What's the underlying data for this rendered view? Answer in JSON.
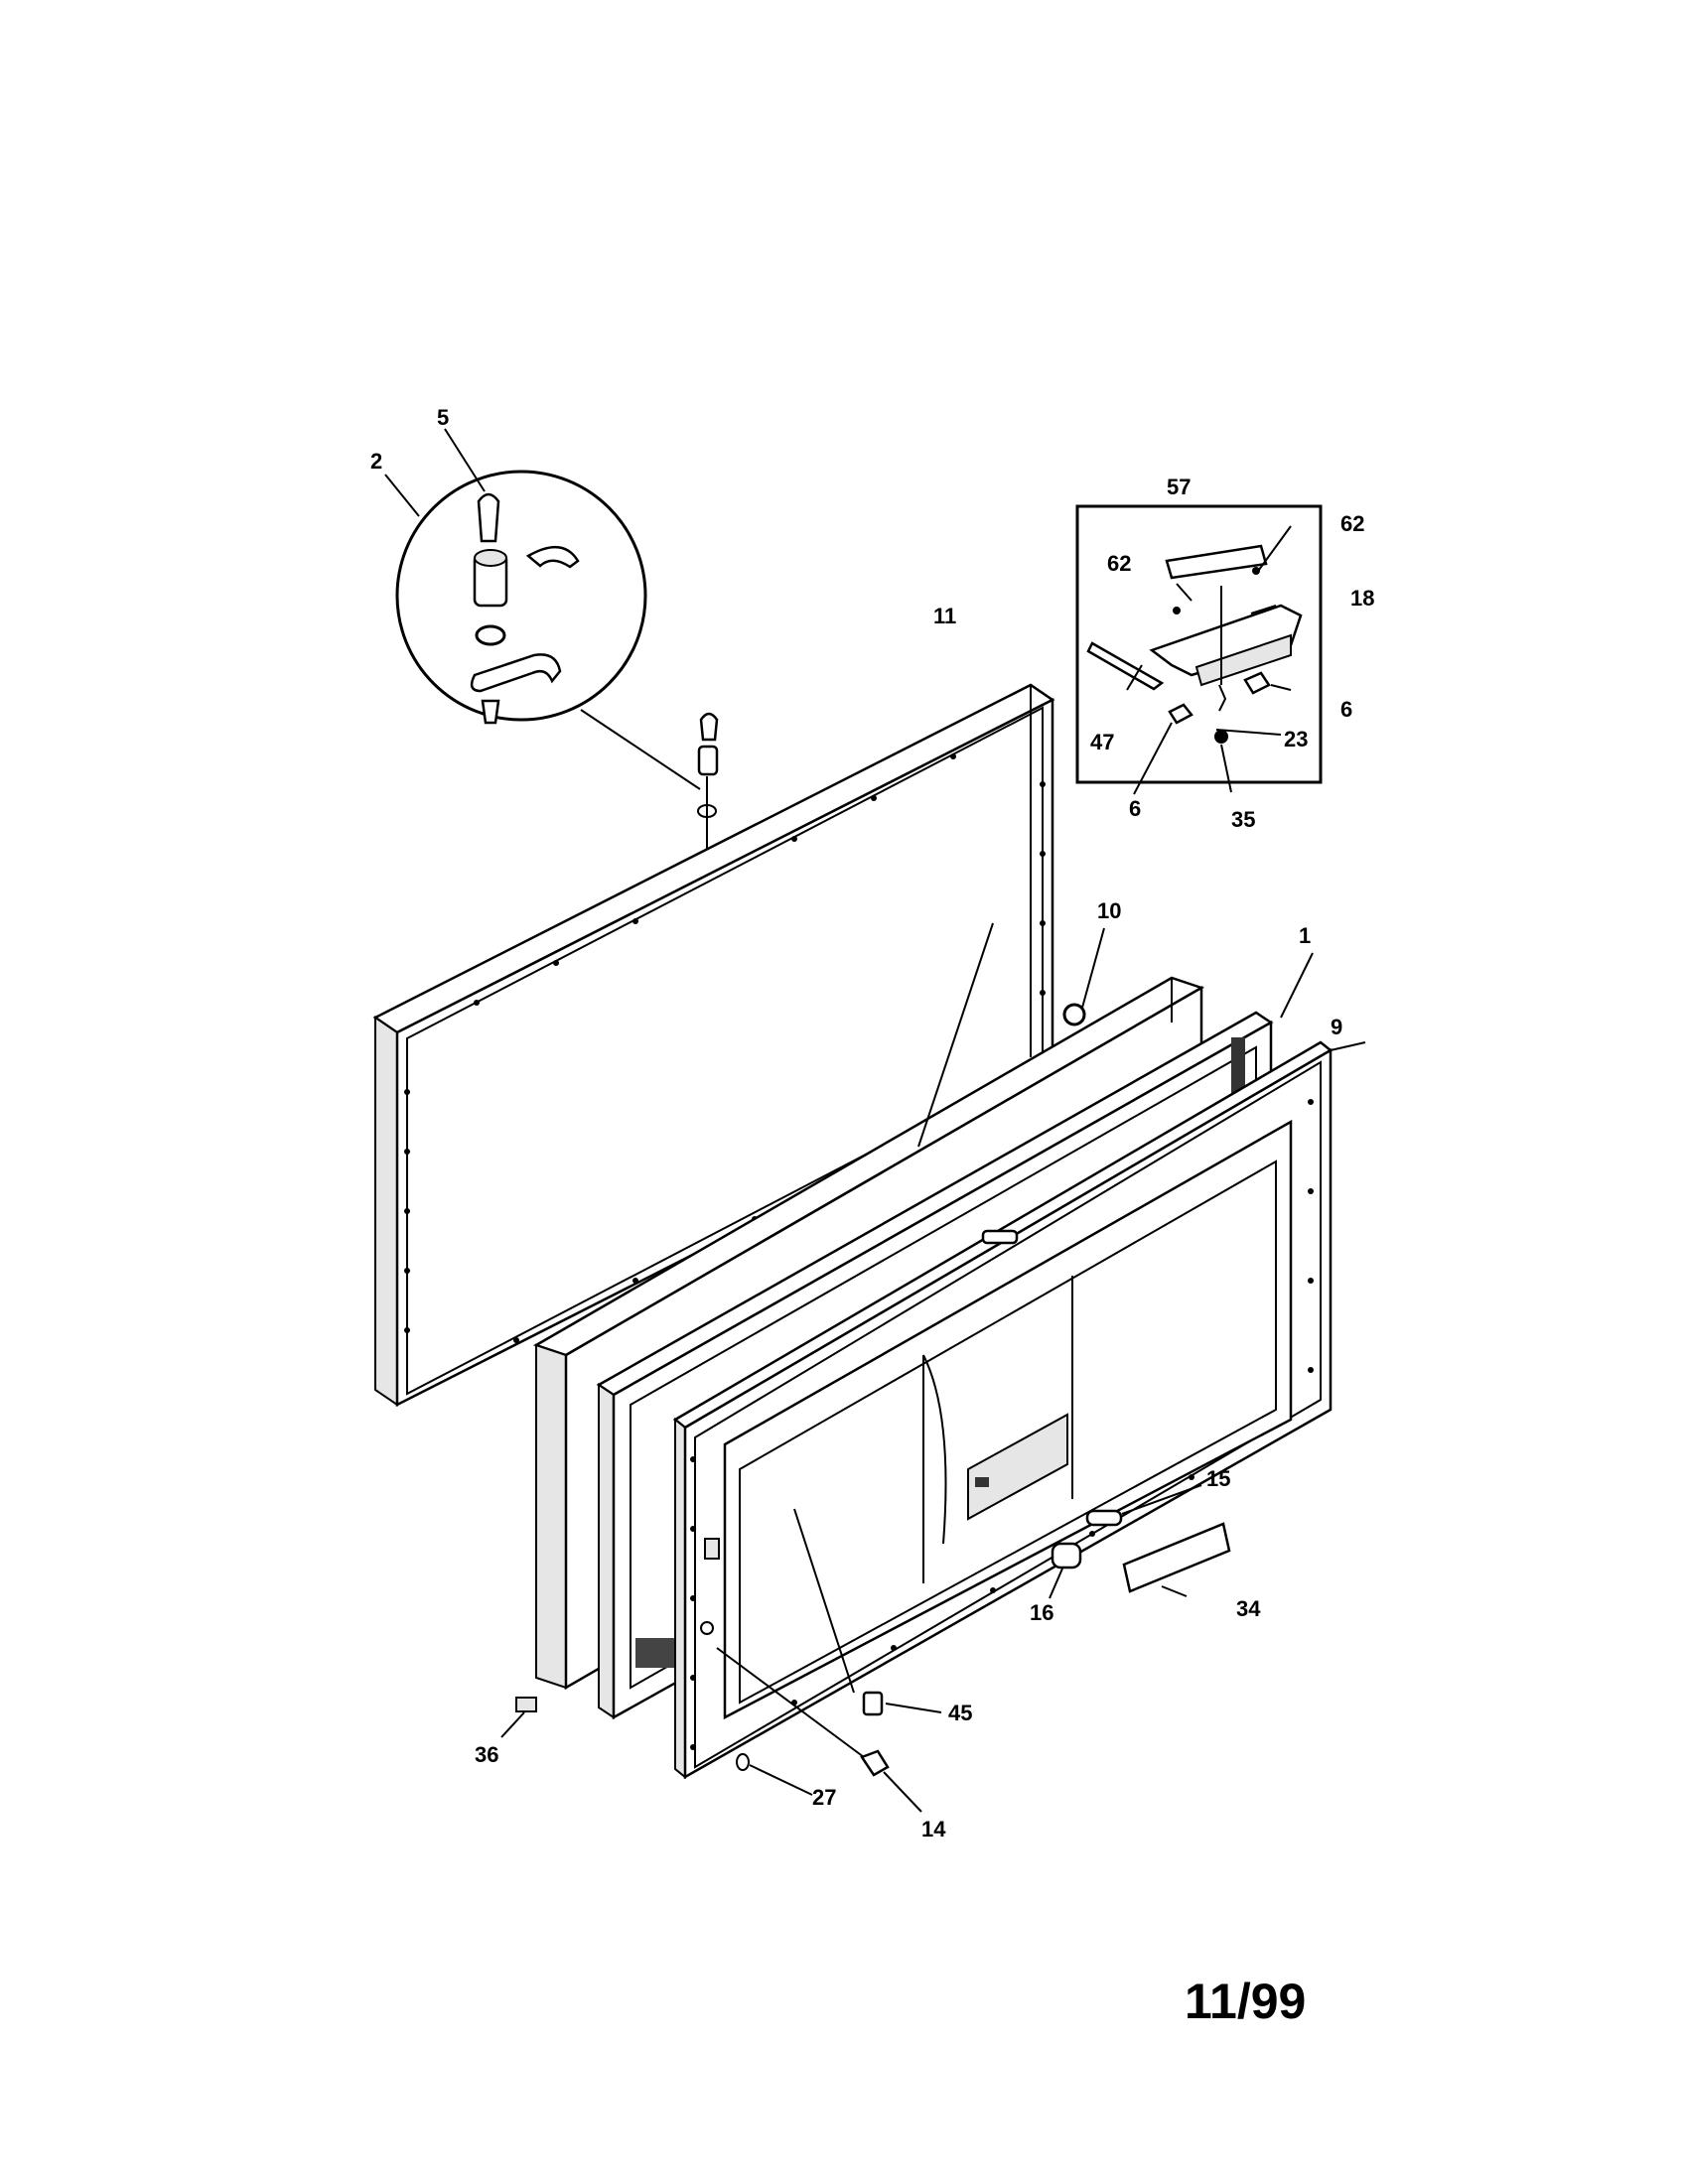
{
  "date_code": "11/99",
  "part_labels": {
    "p5": "5",
    "p2": "2",
    "p11": "11",
    "p57": "57",
    "p62a": "62",
    "p62b": "62",
    "p18": "18",
    "p47": "47",
    "p6a": "6",
    "p6b": "6",
    "p23": "23",
    "p35": "35",
    "p10": "10",
    "p1": "1",
    "p9": "9",
    "p15": "15",
    "p16": "16",
    "p34": "34",
    "p45": "45",
    "p36": "36",
    "p27": "27",
    "p14": "14"
  }
}
